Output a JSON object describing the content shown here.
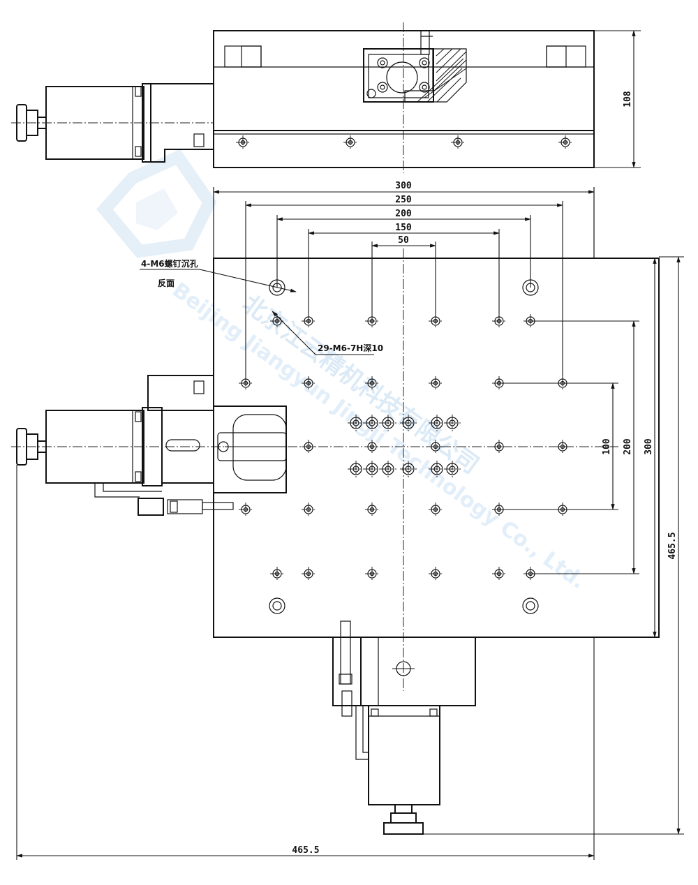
{
  "dimensions": {
    "top_view_height": "108",
    "width_300": "300",
    "span_250": "250",
    "span_200": "200",
    "span_150": "150",
    "span_50": "50",
    "right_100": "100",
    "right_200": "200",
    "right_300": "300",
    "overall_height": "465.5",
    "overall_width": "465.5"
  },
  "notes": {
    "counterbore_holes": "4-M6螺钉沉孔",
    "counterbore_side": "反面",
    "threaded_holes": "29-M6-7H深10"
  },
  "watermark": {
    "chinese": "北京江云精机科技有限公司",
    "english": "Beijing Jiangyun Jingji Technology Co., Ltd."
  }
}
